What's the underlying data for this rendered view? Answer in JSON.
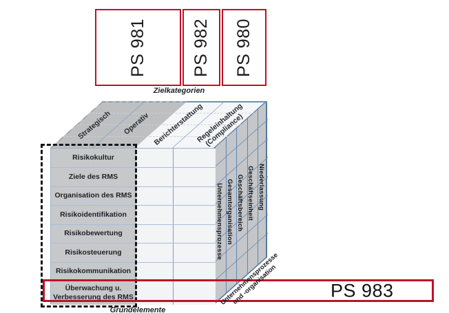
{
  "captions": {
    "zielkategorien": "Zielkategorien",
    "grundelemente": "Grundelemente"
  },
  "ps": {
    "top_labels": [
      "PS 981",
      "PS 982",
      "PS 980"
    ],
    "bottom_label": "PS 983"
  },
  "cube": {
    "top_categories": [
      "Strategisch",
      "Operativ",
      "Berichterstattung",
      "Regeleinhaltung (Compliance)"
    ],
    "rows": [
      "Risikokultur",
      "Ziele des RMS",
      "Organisation des RMS",
      "Risikoidentifikation",
      "Risikobewertung",
      "Risikosteuerung",
      "Risikokommunikation",
      "Überwachung u. Verbesserung des RMS"
    ],
    "depth_levels": [
      "Unternehmensprozesse",
      "Gesamtorganisation",
      "Geschäftsbereich",
      "Geschäftseinheit",
      "Niederlassung"
    ],
    "depth_axis_label": "Unternehmensprozesse und -organisation"
  },
  "colors": {
    "accent_red": "#c01028",
    "line_blue": "#6285b0",
    "face_gray": "#c7c8ca",
    "face_light": "#f3f4f6"
  }
}
